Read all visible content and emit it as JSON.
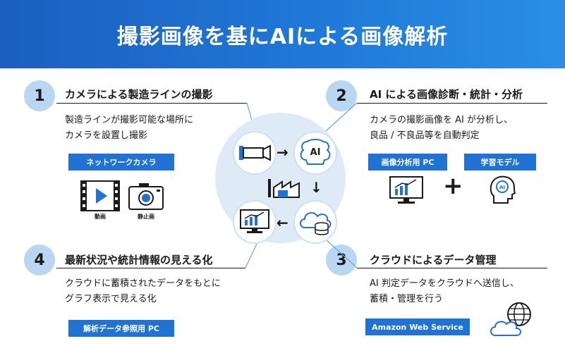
{
  "header": {
    "title": "撮影画像を基にAIによる画像解析"
  },
  "sections": [
    {
      "number": "1",
      "title": "カメラによる製造ラインの撮影",
      "desc_lines": [
        "製造ラインが撮影可能な場所に",
        "カメラを設置し撮影"
      ],
      "tags": [
        "ネットワークカメラ"
      ],
      "icon_labels": [
        "動画",
        "静止画"
      ]
    },
    {
      "number": "2",
      "title": "AI による画像診断・統計・分析",
      "desc_lines": [
        "カメラの撮影画像を AI が分析し、",
        "良品 / 不良品等を自動判定"
      ],
      "tags": [
        "画像分析用 PC",
        "学習モデル"
      ]
    },
    {
      "number": "3",
      "title": "クラウドによるデータ管理",
      "desc_lines": [
        "AI 判定データをクラウドへ送信し、",
        "蓄積・管理を行う"
      ],
      "tags": [
        "Amazon Web Service"
      ]
    },
    {
      "number": "4",
      "title": "最新状況や統計情報の見える化",
      "desc_lines": [
        "クラウドに蓄積されたデータをもとに",
        "グラフ表示で見える化"
      ],
      "tags": [
        "解析データ参照用 PC"
      ]
    }
  ],
  "center": {
    "ai_badge": "AI",
    "brain_badge": "AI"
  },
  "colors": {
    "header": "#1f78d8",
    "accent": "#2173d3",
    "number_bg": "#b9d7f3",
    "center_bg": "#dfeaf7"
  },
  "icons": [
    "camera-icon",
    "ai-brain-icon",
    "factory-icon",
    "cloud-database-icon",
    "monitor-chart-icon",
    "video-icon",
    "photo-camera-icon",
    "globe-cloud-icon",
    "head-ai-icon"
  ]
}
